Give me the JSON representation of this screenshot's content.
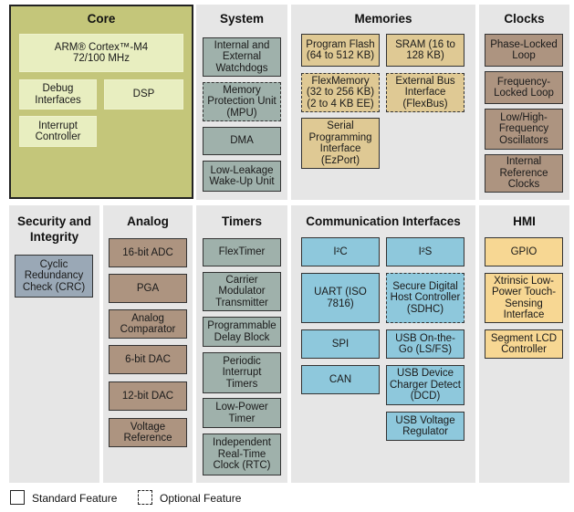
{
  "core": {
    "title": "Core",
    "cpu_line1": "ARM® Cortex™-M4",
    "cpu_line2": "72/100 MHz",
    "debug": "Debug Interfaces",
    "dsp": "DSP",
    "interrupt": "Interrupt Controller"
  },
  "system": {
    "title": "System",
    "watchdogs": "Internal and External Watchdogs",
    "mpu": "Memory Protection Unit (MPU)",
    "dma": "DMA",
    "llwu": "Low-Leakage Wake-Up Unit"
  },
  "memories": {
    "title": "Memories",
    "flash": "Program Flash (64 to 512 KB)",
    "sram": "SRAM (16 to 128 KB)",
    "flexmemory": "FlexMemory (32 to 256 KB) (2 to 4 KB EE)",
    "flexbus": "External Bus Interface (FlexBus)",
    "ezport": "Serial Programming Interface (EzPort)"
  },
  "clocks": {
    "title": "Clocks",
    "pll": "Phase-Locked Loop",
    "fll": "Frequency-Locked Loop",
    "osc": "Low/High-Frequency Oscillators",
    "irc": "Internal Reference Clocks"
  },
  "security": {
    "title": "Security and Integrity",
    "crc": "Cyclic Redundancy Check (CRC)"
  },
  "analog": {
    "title": "Analog",
    "adc": "16-bit ADC",
    "pga": "PGA",
    "comparator": "Analog Comparator",
    "dac6": "6-bit DAC",
    "dac12": "12-bit DAC",
    "vref": "Voltage Reference"
  },
  "timers": {
    "title": "Timers",
    "flextimer": "FlexTimer",
    "cmt": "Carrier Modulator Transmitter",
    "pdb": "Programmable Delay Block",
    "pit": "Periodic Interrupt Timers",
    "lptimer": "Low-Power Timer",
    "rtc": "Independent Real-Time Clock (RTC)"
  },
  "comm": {
    "title": "Communication Interfaces",
    "i2c": "I²C",
    "i2s": "I²S",
    "uart": "UART (ISO 7816)",
    "sdhc": "Secure Digital Host Controller (SDHC)",
    "spi": "SPI",
    "usbotg": "USB On-the-Go (LS/FS)",
    "can": "CAN",
    "usbdcd": "USB Device Charger Detect (DCD)",
    "usbvreg": "USB Voltage Regulator"
  },
  "hmi": {
    "title": "HMI",
    "gpio": "GPIO",
    "tsi": "Xtrinsic Low-Power Touch-Sensing Interface",
    "lcd": "Segment LCD Controller"
  },
  "legend": {
    "standard": "Standard Feature",
    "optional": "Optional Feature"
  },
  "colors": {
    "core_fill": "#c4c67a",
    "core_inner": "#e8eec0",
    "system_fill": "#9fb1ab",
    "memory_fill": "#dfc994",
    "clock_analog_fill": "#ad9480",
    "comm_fill": "#8ec8dc",
    "hmi_fill": "#f7d793",
    "security_fill": "#9aa8b6",
    "panel_bg": "#e6e6e6"
  }
}
